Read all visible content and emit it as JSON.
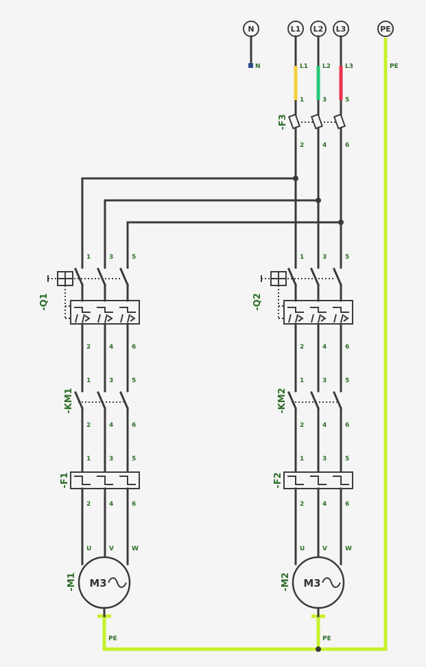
{
  "terminals": [
    {
      "id": "N",
      "label": "N"
    },
    {
      "id": "L1",
      "label": "L1"
    },
    {
      "id": "L2",
      "label": "L2"
    },
    {
      "id": "L3",
      "label": "L3"
    },
    {
      "id": "PE",
      "label": "PE"
    }
  ],
  "supply_labels": {
    "n": "N",
    "l1": "L1",
    "l2": "L2",
    "l3": "L3",
    "pe": "PE"
  },
  "phase_colors": {
    "l1": "#f4d03f",
    "l2": "#27c77a",
    "l3": "#e8344e",
    "pe": "#c6f22a",
    "n": "#2e4d8f"
  },
  "main_fuse": {
    "tag": "-F3",
    "pins_top": [
      "1",
      "3",
      "5"
    ],
    "pins_bottom": [
      "2",
      "4",
      "6"
    ]
  },
  "branches": [
    {
      "breaker": "-Q1",
      "contactor": "-KM1",
      "overload": "-F1",
      "motor": "-M1",
      "motor_label": "M3",
      "pins_top": [
        "1",
        "3",
        "5"
      ],
      "pins_bottom": [
        "2",
        "4",
        "6"
      ],
      "motor_terms": [
        "U",
        "V",
        "W"
      ],
      "pe": "PE"
    },
    {
      "breaker": "-Q2",
      "contactor": "-KM2",
      "overload": "-F2",
      "motor": "-M2",
      "motor_label": "M3",
      "pins_top": [
        "1",
        "3",
        "5"
      ],
      "pins_bottom": [
        "2",
        "4",
        "6"
      ],
      "motor_terms": [
        "U",
        "V",
        "W"
      ],
      "pe": "PE"
    }
  ]
}
